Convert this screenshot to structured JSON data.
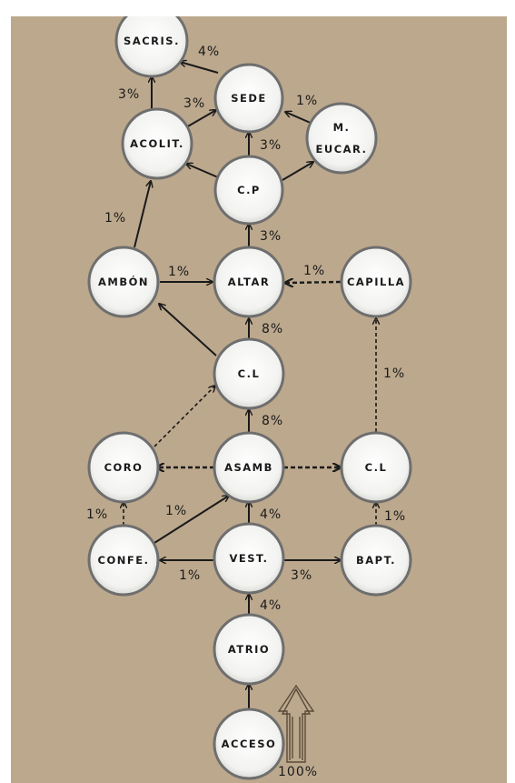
{
  "nodes": {
    "sacris": "SACRIS.",
    "sede": "SEDE",
    "acolit": "ACOLIT.",
    "m_eucar_1": "M.",
    "m_eucar_2": "EUCAR.",
    "cp": "C.P",
    "ambon": "AMBÓN",
    "altar": "ALTAR",
    "capilla": "CAPILLA",
    "cl_center": "C.L",
    "coro": "CORO",
    "asamb": "ASAMB",
    "cl_right": "C.L",
    "confe": "CONFE.",
    "vest": "VEST.",
    "bapt": "BAPT.",
    "atrio": "ATRIO",
    "acceso": "ACCESO"
  },
  "edges": {
    "acolit_sacris": "3%",
    "sede_sacris": "4%",
    "acolit_sede": "3%",
    "eucar_sede": "1%",
    "cp_sede": "3%",
    "ambon_acolit": "1%",
    "altar_cp": "3%",
    "ambon_altar": "1%",
    "capilla_altar": "1%",
    "cl_altar": "8%",
    "cl_capilla": "1%",
    "asamb_cl": "8%",
    "confe_coro": "1%",
    "confe_asamb": "1%",
    "vest_asamb": "4%",
    "bapt_cl": "1%",
    "vest_confe": "1%",
    "vest_bapt": "3%",
    "atrio_vest": "4%",
    "entry": "100%"
  },
  "colors": {
    "background": "#bca88d",
    "node_fill": "#f2f2f0",
    "node_border": "#6e6e6e",
    "ink": "#1a1a1a"
  }
}
